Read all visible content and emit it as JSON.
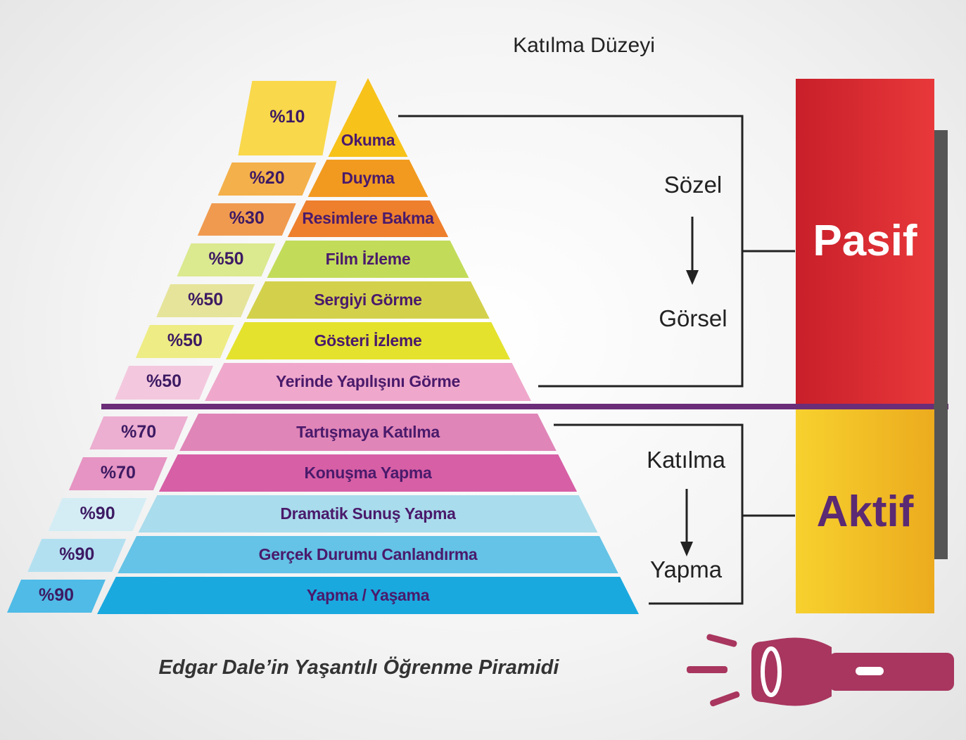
{
  "header": "Katılma Düzeyi",
  "levels": [
    {
      "label": "Okuma",
      "percent": "%10",
      "color": "#f7c21a",
      "tab": "#f9d84b"
    },
    {
      "label": "Duyma",
      "percent": "%20",
      "color": "#f29a1f",
      "tab": "#f4b04a"
    },
    {
      "label": "Resimlere Bakma",
      "percent": "%30",
      "color": "#ee7f2d",
      "tab": "#f09a4f"
    },
    {
      "label": "Film İzleme",
      "percent": "%50",
      "color": "#c2dc5a",
      "tab": "#dbe98f"
    },
    {
      "label": "Sergiyi Görme",
      "percent": "%50",
      "color": "#d3d14c",
      "tab": "#e6e49a"
    },
    {
      "label": "Gösteri İzleme",
      "percent": "%50",
      "color": "#e4e22d",
      "tab": "#eeec84"
    },
    {
      "label": "Yerinde Yapılışını Görme",
      "percent": "%50",
      "color": "#efa8cc",
      "tab": "#f3c8de"
    },
    {
      "label": "Tartışmaya Katılma",
      "percent": "%70",
      "color": "#e085b8",
      "tab": "#ecaed1"
    },
    {
      "label": "Konuşma Yapma",
      "percent": "%70",
      "color": "#d75fa6",
      "tab": "#e594c3"
    },
    {
      "label": "Dramatik Sunuş Yapma",
      "percent": "%90",
      "color": "#a9dcec",
      "tab": "#d4edf5"
    },
    {
      "label": "Gerçek Durumu Canlandırma",
      "percent": "%90",
      "color": "#64c3e6",
      "tab": "#b3e0f1"
    },
    {
      "label": "Yapma / Yaşama",
      "percent": "%90",
      "color": "#1aa9df",
      "tab": "#4fbbe6"
    }
  ],
  "passive_group": {
    "from": "Sözel",
    "to": "Görsel"
  },
  "active_group": {
    "from": "Katılma",
    "to": "Yapma"
  },
  "bars": {
    "passive": {
      "label": "Pasif",
      "color": "#d7262e",
      "text_color": "#ffffff"
    },
    "active": {
      "label": "Aktif",
      "color": "#f5c022",
      "text_color": "#5b2a73"
    }
  },
  "divider_color": "#6b2d78",
  "caption": "Edgar Dale’in Yaşantılı Öğrenme Piramidi",
  "icon": {
    "name": "flashlight-icon",
    "color": "#a8365e"
  }
}
